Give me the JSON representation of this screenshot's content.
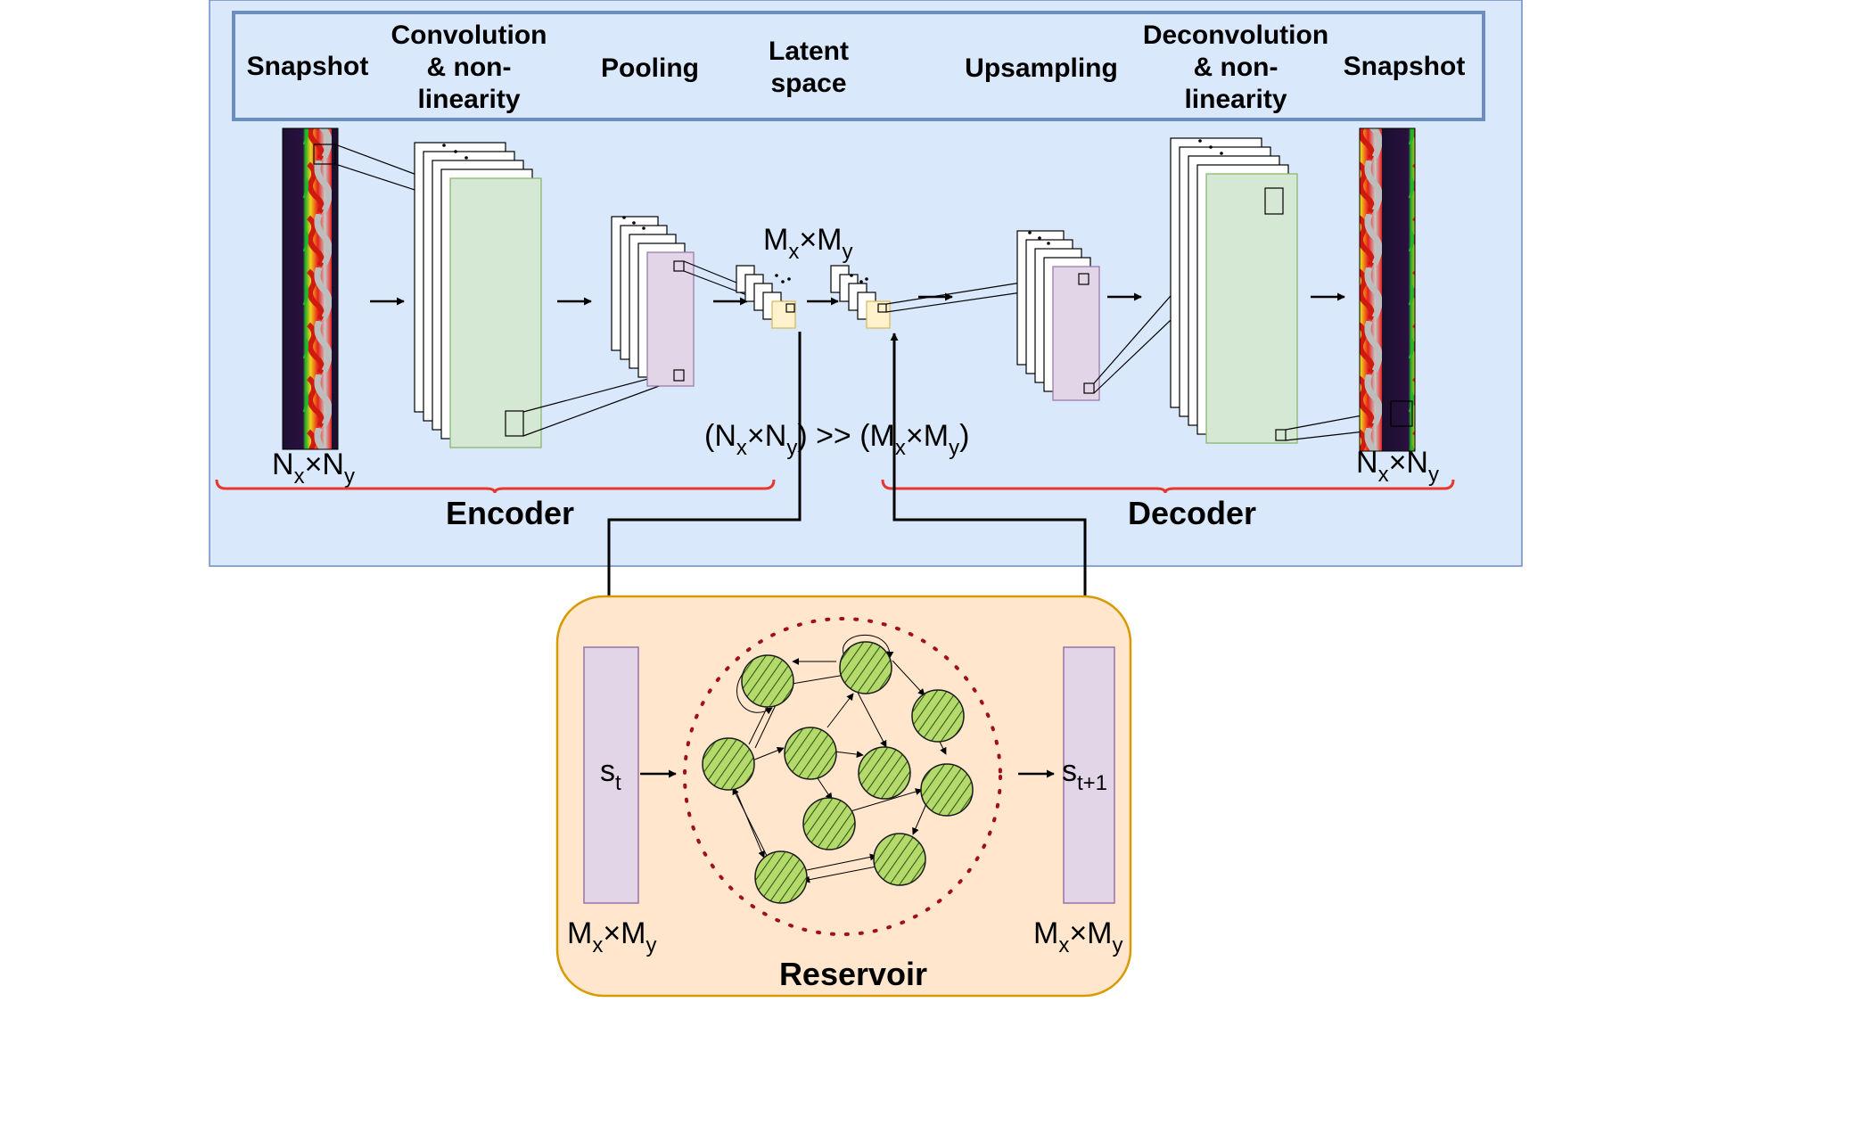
{
  "header": {
    "snapshot_in": "Snapshot",
    "conv_l1": "Convolution",
    "conv_l2": "& non-",
    "conv_l3": "linearity",
    "pooling": "Pooling",
    "latent_l1": "Latent",
    "latent_l2": "space",
    "upsampling": "Upsampling",
    "deconv_l1": "Deconvolution",
    "deconv_l2": "& non-",
    "deconv_l3": "linearity",
    "snapshot_out": "Snapshot"
  },
  "labels": {
    "input_dims": {
      "b1": "N",
      "s1": "x",
      "mid": "×N",
      "s2": "y"
    },
    "output_dims": {
      "b1": "N",
      "s1": "x",
      "mid": "×N",
      "s2": "y"
    },
    "latent_dims": {
      "b1": "M",
      "s1": "x",
      "mid": "×M",
      "s2": "y"
    },
    "compression": {
      "t1": "(N",
      "s1": "x",
      "t2": "×N",
      "s2": "y",
      "t3": ") >> (M",
      "s3": "x",
      "t4": "×M",
      "s4": "y",
      "t5": ")"
    },
    "encoder": "Encoder",
    "decoder": "Decoder",
    "reservoir": "Reservoir",
    "state_in": {
      "b": "s",
      "sub": "t"
    },
    "state_out": {
      "b": "s",
      "sub": "t+1"
    },
    "res_in_dims": {
      "b1": "M",
      "s1": "x",
      "mid": "×M",
      "s2": "y"
    },
    "res_out_dims": {
      "b1": "M",
      "s1": "x",
      "mid": "×M",
      "s2": "y"
    }
  },
  "colors": {
    "autoencoder_bg": "#dae8fc",
    "autoencoder_border": "#6c8ebf",
    "reservoir_bg": "#ffe6cc",
    "reservoir_border": "#d79b00",
    "conv_map": "#d5e8d4",
    "pool_map": "#e1d5e7",
    "latent_map": "#fff2cc",
    "neuron_fill": "#b5d96a",
    "neuron_hatch": "#2e5c1a",
    "brace": "#e8372c",
    "reservoir_ring": "#a0101a"
  }
}
